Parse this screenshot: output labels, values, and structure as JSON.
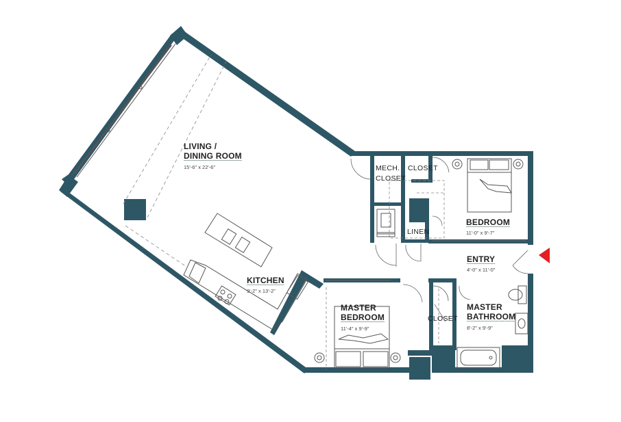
{
  "colors": {
    "wall": "#2e5766",
    "fixture": "#555555",
    "entry_marker": "#e31e24"
  },
  "rooms": {
    "living": {
      "name_line1": "LIVING /",
      "name_line2": "DINING ROOM",
      "dims": "15'-6\" x 22'-6\""
    },
    "kitchen": {
      "name": "KITCHEN",
      "dims": "9'-2\" x 13'-2\""
    },
    "mech_closet": {
      "name_line1": "MECH.",
      "name_line2": "CLOSET"
    },
    "closet_top": {
      "name": "CLOSET"
    },
    "bedroom": {
      "name": "BEDROOM",
      "dims": "11'-0\" x 9'-7\""
    },
    "linen": {
      "name": "LINEN"
    },
    "entry": {
      "name": "ENTRY",
      "dims": "4'-0\" x 11'-0\""
    },
    "master_bedroom": {
      "name_line1": "MASTER",
      "name_line2": "BEDROOM",
      "dims": "11'-4\" x 9'-9\""
    },
    "closet_master": {
      "name": "CLOSET"
    },
    "master_bathroom": {
      "name_line1": "MASTER",
      "name_line2": "BATHROOM",
      "dims": "8'-2\" x 9'-9\""
    }
  },
  "icons": [
    "entry-arrow-icon",
    "bed-icon",
    "toilet-icon",
    "bathtub-icon",
    "sink-icon",
    "stove-icon",
    "washer-dryer-icon"
  ]
}
